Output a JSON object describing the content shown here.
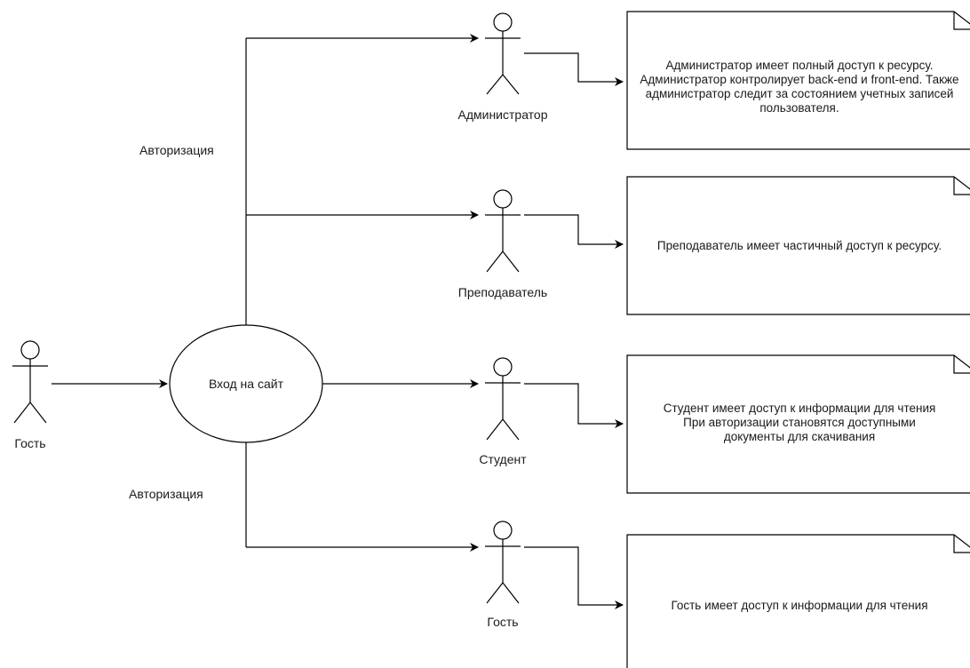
{
  "usecase": {
    "label": "Вход на сайт"
  },
  "actors": {
    "guest_main": "Гость",
    "admin": "Администратор",
    "teacher": "Преподаватель",
    "student": "Студент",
    "guest": "Гость"
  },
  "edges": {
    "auth_top": "Авторизация",
    "auth_bottom": "Авторизация"
  },
  "notes": {
    "admin": [
      "Администратор имеет полный доступ к ресурсу.",
      "Администратор контролирует back-end и front-end. Также администратор следит за состоянием учетных записей пользователя."
    ],
    "teacher": [
      "Преподаватель имеет частичный доступ к ресурсу."
    ],
    "student": [
      "Студент имеет доступ к информации для чтения",
      "При авторизации становятся доступными документы для скачивания"
    ],
    "guest": [
      "Гость имеет доступ к информации для чтения"
    ]
  }
}
